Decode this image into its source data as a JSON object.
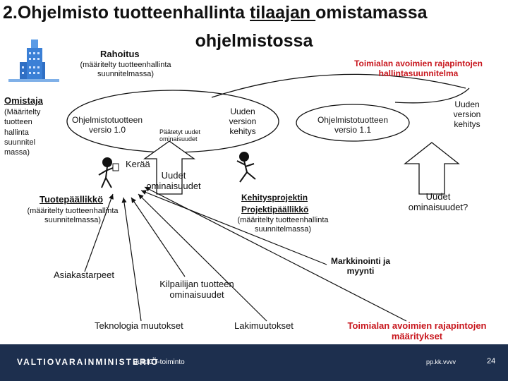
{
  "title": {
    "line1_before": "2.Ohjelmisto tuotteenhallinta ",
    "line1_underlined": "tilaajan ",
    "line1_after": "omistamassa",
    "line2": "ohjelmistossa"
  },
  "rahoitus": {
    "label": "Rahoitus",
    "note": "(määritelty tuotteenhallinta suunnitelmassa)"
  },
  "plan_top": "Toimialan avoimien rajapintojen hallintasuunnitelma",
  "omistaja": {
    "label": "Omistaja",
    "note_lines": [
      "(Määritelty",
      "tuotteen",
      "hallinta",
      "suunnitel",
      "massa)"
    ]
  },
  "version10": "Ohjelmistotuotteen versio 1.0",
  "paatetyt": "Päätetyt uudet ominaisuudet",
  "uuden_version_kehitys": "Uuden version kehitys",
  "version11": "Ohjelmistotuotteen versio 1.1",
  "uuden_version_kehitys_right": "Uuden version kehitys",
  "keraa": "Kerää",
  "uudet_ominaisuudet": "Uudet ominaisuudet",
  "uudet_ominaisuudet_q": "Uudet ominaisuudet?",
  "tuotepaallikko": {
    "label": "Tuotepäällikkö",
    "note": "(määritelty tuotteenhallinta suunnitelmassa)"
  },
  "kehitysprojektin": {
    "line1": "Kehitysprojektin",
    "line2": "Projektipäällikkö",
    "note": "(määritelty tuotteenhallinta suunnitelmassa)"
  },
  "asiakastarpeet": "Asiakastarpeet",
  "kilpailijan": "Kilpailijan tuotteen ominaisuudet",
  "markkinointi": "Markkinointi ja myynti",
  "teknologia": "Teknologia muutokset",
  "lakimuutokset": "Lakimuutokset",
  "plan_bottom": "Toimialan avoimien rajapintojen määritykset",
  "footer": {
    "org": "VALTIOVARAINMINISTERIÖ",
    "unit": "JulkICT-toiminto",
    "date": "pp.kk.vvvv",
    "page": "24"
  },
  "colors": {
    "accent_red": "#c8161d",
    "footer_bg": "#1d2f4e",
    "building_blue": "#2f6fc4"
  }
}
